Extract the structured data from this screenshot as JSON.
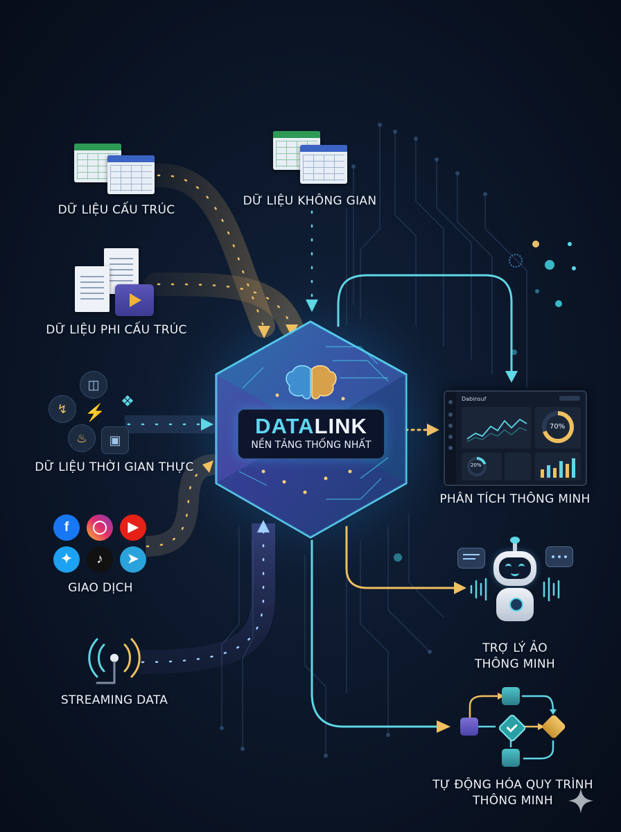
{
  "core": {
    "name_part1": "DATA",
    "name_part2": "LINK",
    "subtitle": "NỀN TẢNG THỐNG NHẤT"
  },
  "sources": {
    "structured": "DỮ LIỆU CẤU TRÚC",
    "spatial": "DỮ LIỆU KHÔNG GIAN",
    "unstructured": "DỮ LIỆU PHI CẤU TRÚC",
    "realtime": "DỮ LIỆU THỜI GIAN THỰC",
    "transactions": "GIAO DỊCH",
    "streaming": "STREAMING DATA"
  },
  "outputs": {
    "analytics": "PHÂN TÍCH THÔNG MINH",
    "assistant_line1": "TRỢ LÝ ẢO",
    "assistant_line2": "THÔNG MINH",
    "automation_line1": "TỰ ĐỘNG HÓA QUY TRÌNH",
    "automation_line2": "THÔNG MINH"
  },
  "dashboard": {
    "title": "Dabinsuf",
    "donut_percent": "70%",
    "mini_donut": "20%"
  },
  "icons": {
    "realtime": [
      "database-icon",
      "bolt-icon",
      "antenna-icon",
      "thermometer-icon",
      "chip-icon",
      "power-icon"
    ],
    "social": [
      "facebook-icon",
      "instagram-icon",
      "youtube-icon",
      "twitter-icon",
      "tiktok-icon",
      "telegram-icon"
    ]
  },
  "colors": {
    "background": "#0b1426",
    "flow_in": "#e8b04a",
    "flow_out": "#5fd7e6",
    "core_glow": "#3fd0f0",
    "accent_purple": "#6c5ccf"
  }
}
